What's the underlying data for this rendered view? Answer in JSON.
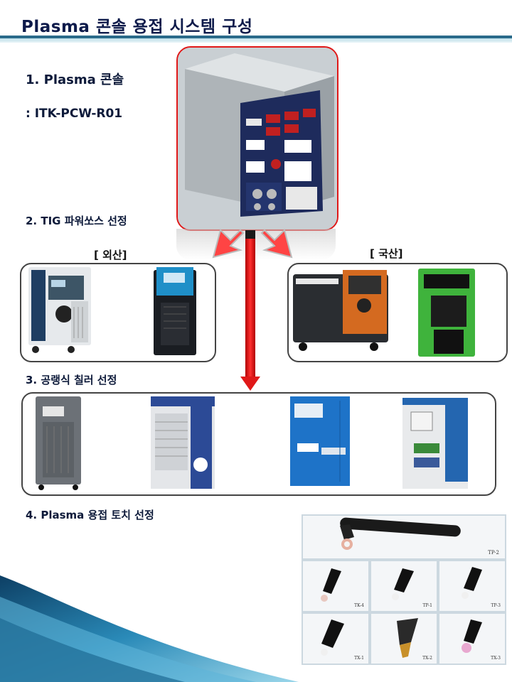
{
  "title": "Plasma 콘솔 용접 시스템 구성",
  "section1": {
    "heading": "1. Plasma 콘솔",
    "model": ": ITK-PCW-R01"
  },
  "section2": {
    "heading": "2. TIG 파워쏘스 선정",
    "foreign_label": "[ 외산]",
    "domestic_label": "[ 국산]"
  },
  "section3": {
    "heading": "3. 공랭식 칠러 선정"
  },
  "section4": {
    "heading": "4. Plasma 용접 토치 선정"
  },
  "torches": {
    "main_label": "TP-2",
    "row1": [
      "TK-4",
      "TP-1",
      "TP-3"
    ],
    "row2": [
      "TX-1",
      "TX-2",
      "TX-3"
    ]
  },
  "colors": {
    "title": "#0d1a4a",
    "accent_red": "#e01818",
    "rule": "#2a6a8a",
    "decor_blue": "#1f6b94"
  }
}
